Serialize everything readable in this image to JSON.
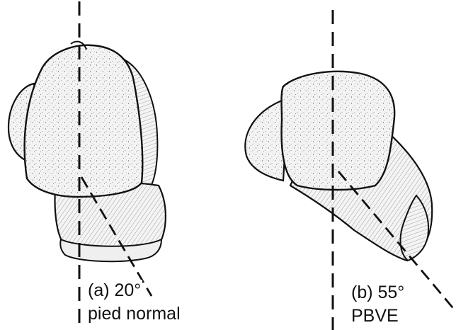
{
  "panels": [
    {
      "angle_label": "(a) 20°",
      "condition_label": "pied normal"
    },
    {
      "angle_label": "(b) 55°",
      "condition_label": "PBVE"
    }
  ],
  "colors": {
    "ink": "#111111",
    "bone_fill": "#f2f2f2",
    "background": "#ffffff"
  }
}
